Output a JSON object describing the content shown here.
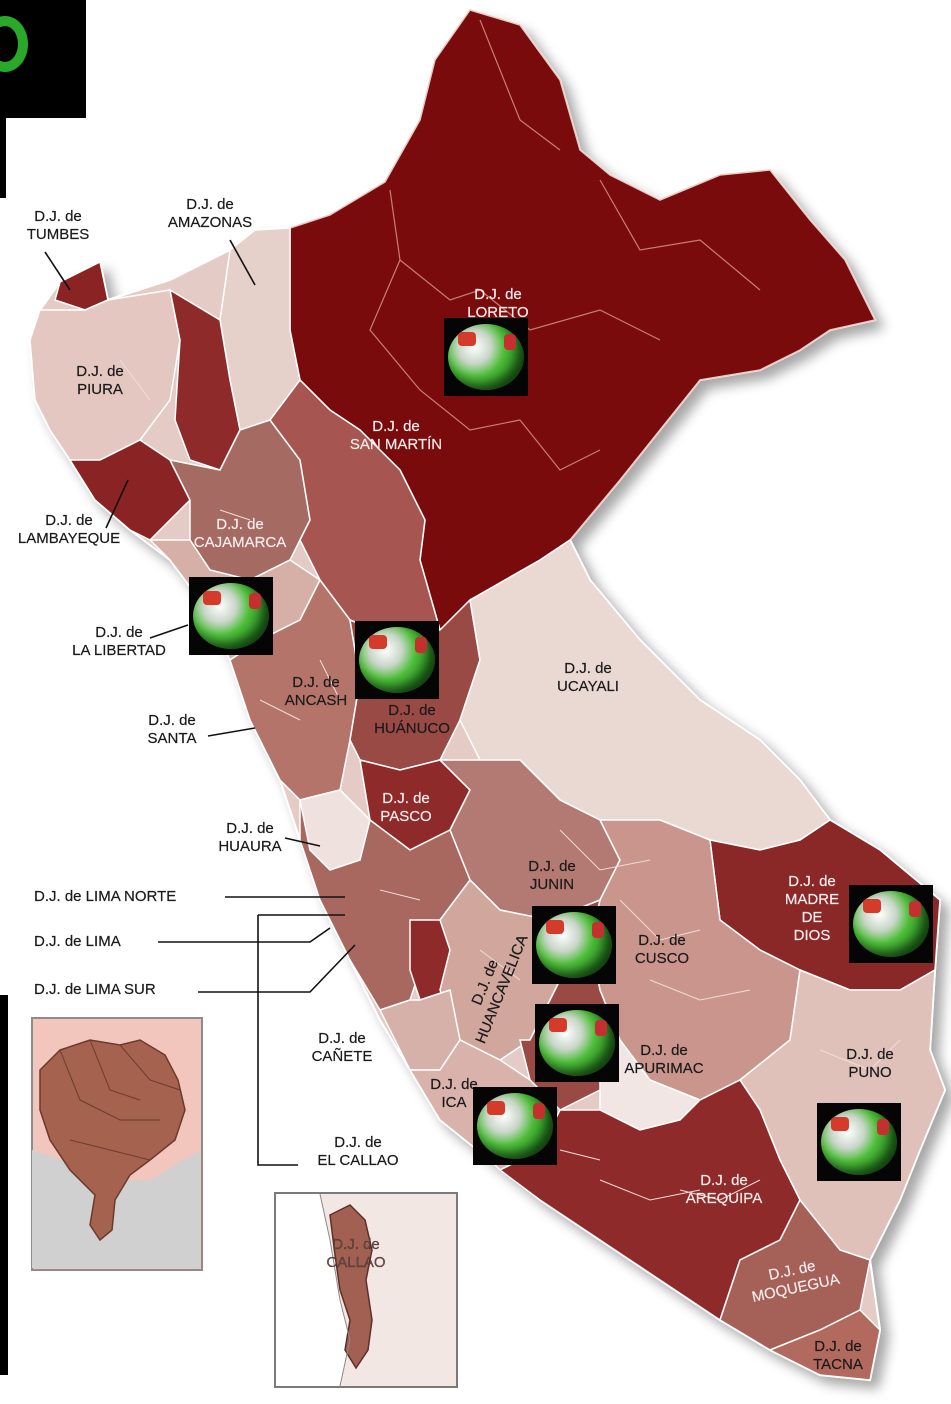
{
  "colors": {
    "darkest": "#7a0b0d",
    "dark": "#93302f",
    "medium": "#a85a52",
    "light": "#d3a8a0",
    "lightest": "#ecdcd8",
    "background": "#ffffff"
  },
  "labels": {
    "tumbes": "D.J. de\nTUMBES",
    "amazonas": "D.J. de\nAMAZONAS",
    "loreto": "D.J. de\nLORETO",
    "piura": "D.J. de\nPIURA",
    "san_martin": "D.J. de\nSAN MARTÍN",
    "lambayeque": "D.J. de\nLAMBAYEQUE",
    "cajamarca": "D.J. de\nCAJAMARCA",
    "la_libertad": "D.J. de\nLA LIBERTAD",
    "ancash": "D.J. de\nANCASH",
    "huanuco": "D.J. de\nHUÁNUCO",
    "ucayali": "D.J. de\nUCAYALI",
    "santa": "D.J. de\nSANTA",
    "pasco": "D.J. de\nPASCO",
    "huaura": "D.J. de\nHUAURA",
    "junin": "D.J. de\nJUNIN",
    "madre_de_dios": "D.J. de\nMADRE\nDE\nDIOS",
    "lima_norte": "D.J. de LIMA NORTE",
    "lima": "D.J. de LIMA",
    "lima_sur": "D.J. de LIMA SUR",
    "cusco": "D.J. de\nCUSCO",
    "huancavelica": "D.J. de\nHUANCAVELICA",
    "canete": "D.J. de\nCAÑETE",
    "apurimac": "D.J. de\nAPURIMAC",
    "puno": "D.J. de\nPUNO",
    "ica": "D.J. de\nICA",
    "el_callao": "D.J. de\nEL CALLAO",
    "arequipa": "D.J. de\nAREQUIPA",
    "callao_inset": "D.J. de\nCALLAO",
    "moquegua": "D.J. de\nMOQUEGUA",
    "tacna": "D.J. de\nTACNA"
  },
  "logo_icon": "district-court-logo-icon"
}
